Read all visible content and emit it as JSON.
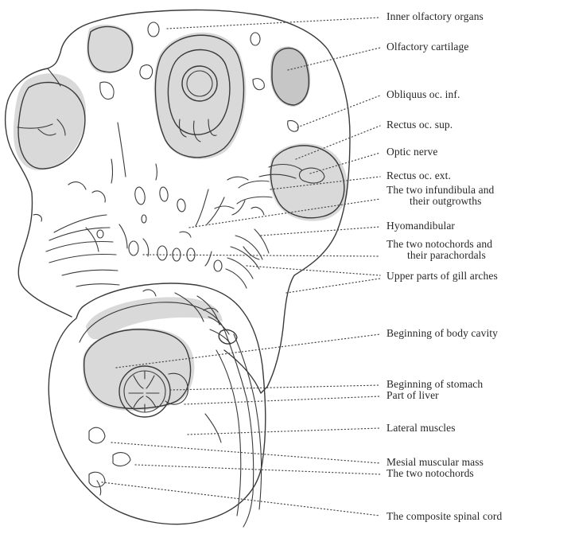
{
  "labels": {
    "inner_olfactory_organs": "Inner olfactory organs",
    "olfactory_cartilage": "Olfactory cartilage",
    "obliquus_oc_inf": "Obliquus oc. inf.",
    "rectus_oc_sup": "Rectus oc. sup.",
    "optic_nerve": "Optic nerve",
    "rectus_oc_ext": "Rectus oc. ext.",
    "infundibula_line1": "The two infundibula and",
    "infundibula_line2": "their outgrowths",
    "hyomandibular": "Hyomandibular",
    "notochords_parachordals_line1": "The two notochords and",
    "notochords_parachordals_line2": "their parachordals",
    "upper_parts_gill_arches": "Upper parts of gill arches",
    "beginning_body_cavity": "Beginning of body cavity",
    "beginning_stomach": "Beginning of stomach",
    "part_of_liver": "Part of liver",
    "lateral_muscles": "Lateral muscles",
    "mesial_muscular_mass": "Mesial muscular mass",
    "the_two_notochords": "The two notochords",
    "composite_spinal_cord": "The composite spinal cord"
  }
}
